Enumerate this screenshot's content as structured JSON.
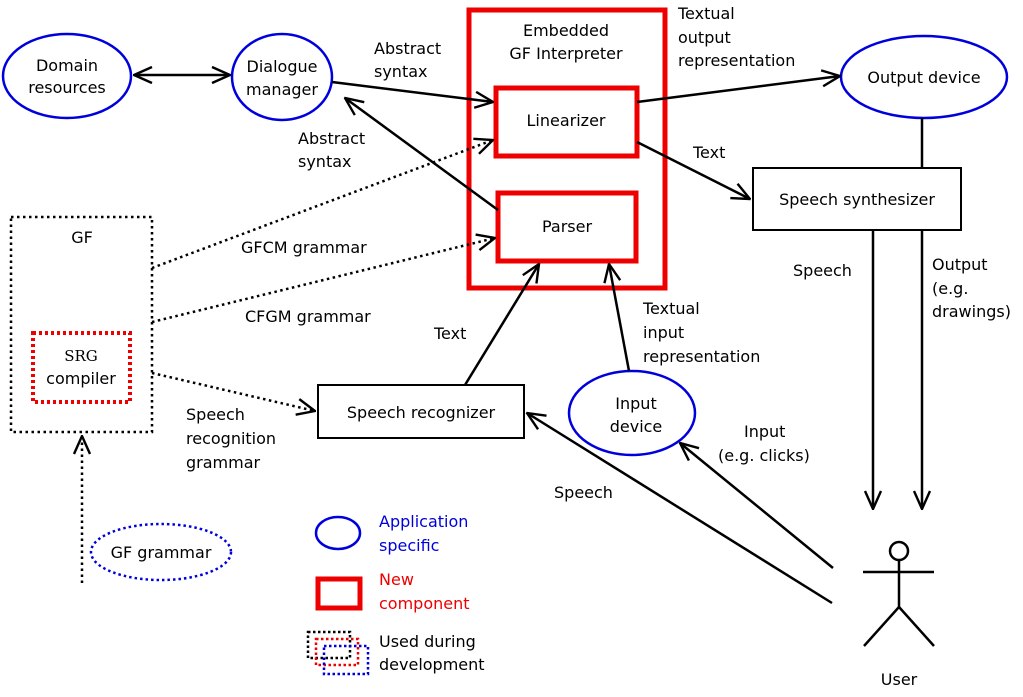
{
  "nodes": {
    "domain_resources": [
      "Domain",
      "resources"
    ],
    "dialogue_manager": [
      "Dialogue",
      "manager"
    ],
    "embedded_interpreter": [
      "Embedded",
      "GF Interpreter"
    ],
    "linearizer": "Linearizer",
    "parser": "Parser",
    "output_device": "Output device",
    "speech_synthesizer": "Speech synthesizer",
    "gf": "GF",
    "srg_compiler": [
      "SRG",
      "compiler"
    ],
    "speech_recognizer": "Speech recognizer",
    "input_device": [
      "Input",
      "device"
    ],
    "gf_grammar": "GF grammar",
    "user": "User"
  },
  "edge_labels": {
    "abstract_syntax_top": [
      "Abstract",
      "syntax"
    ],
    "abstract_syntax_bottom": [
      "Abstract",
      "syntax"
    ],
    "textual_output": [
      "Textual",
      "output",
      "representation"
    ],
    "text_to_synth": "Text",
    "gfcm_grammar": "GFCM grammar",
    "cfgm_grammar": "CFGM grammar",
    "text_to_parser": "Text",
    "textual_input": [
      "Textual",
      "input",
      "representation"
    ],
    "speech_from_synth": "Speech",
    "output_drawings": [
      "Output",
      "(e.g.",
      "drawings)"
    ],
    "speech_recognition_grammar": [
      "Speech",
      "recognition",
      "grammar"
    ],
    "input_clicks": [
      "Input",
      "(e.g. clicks)"
    ],
    "speech_from_user": "Speech"
  },
  "legend": {
    "application_specific": [
      "Application",
      "specific"
    ],
    "new_component": [
      "New",
      "component"
    ],
    "used_during_development": [
      "Used during",
      "development"
    ]
  },
  "colors": {
    "application_specific": "#0000dd",
    "new_component": "#ee0000",
    "default": "#000000"
  }
}
